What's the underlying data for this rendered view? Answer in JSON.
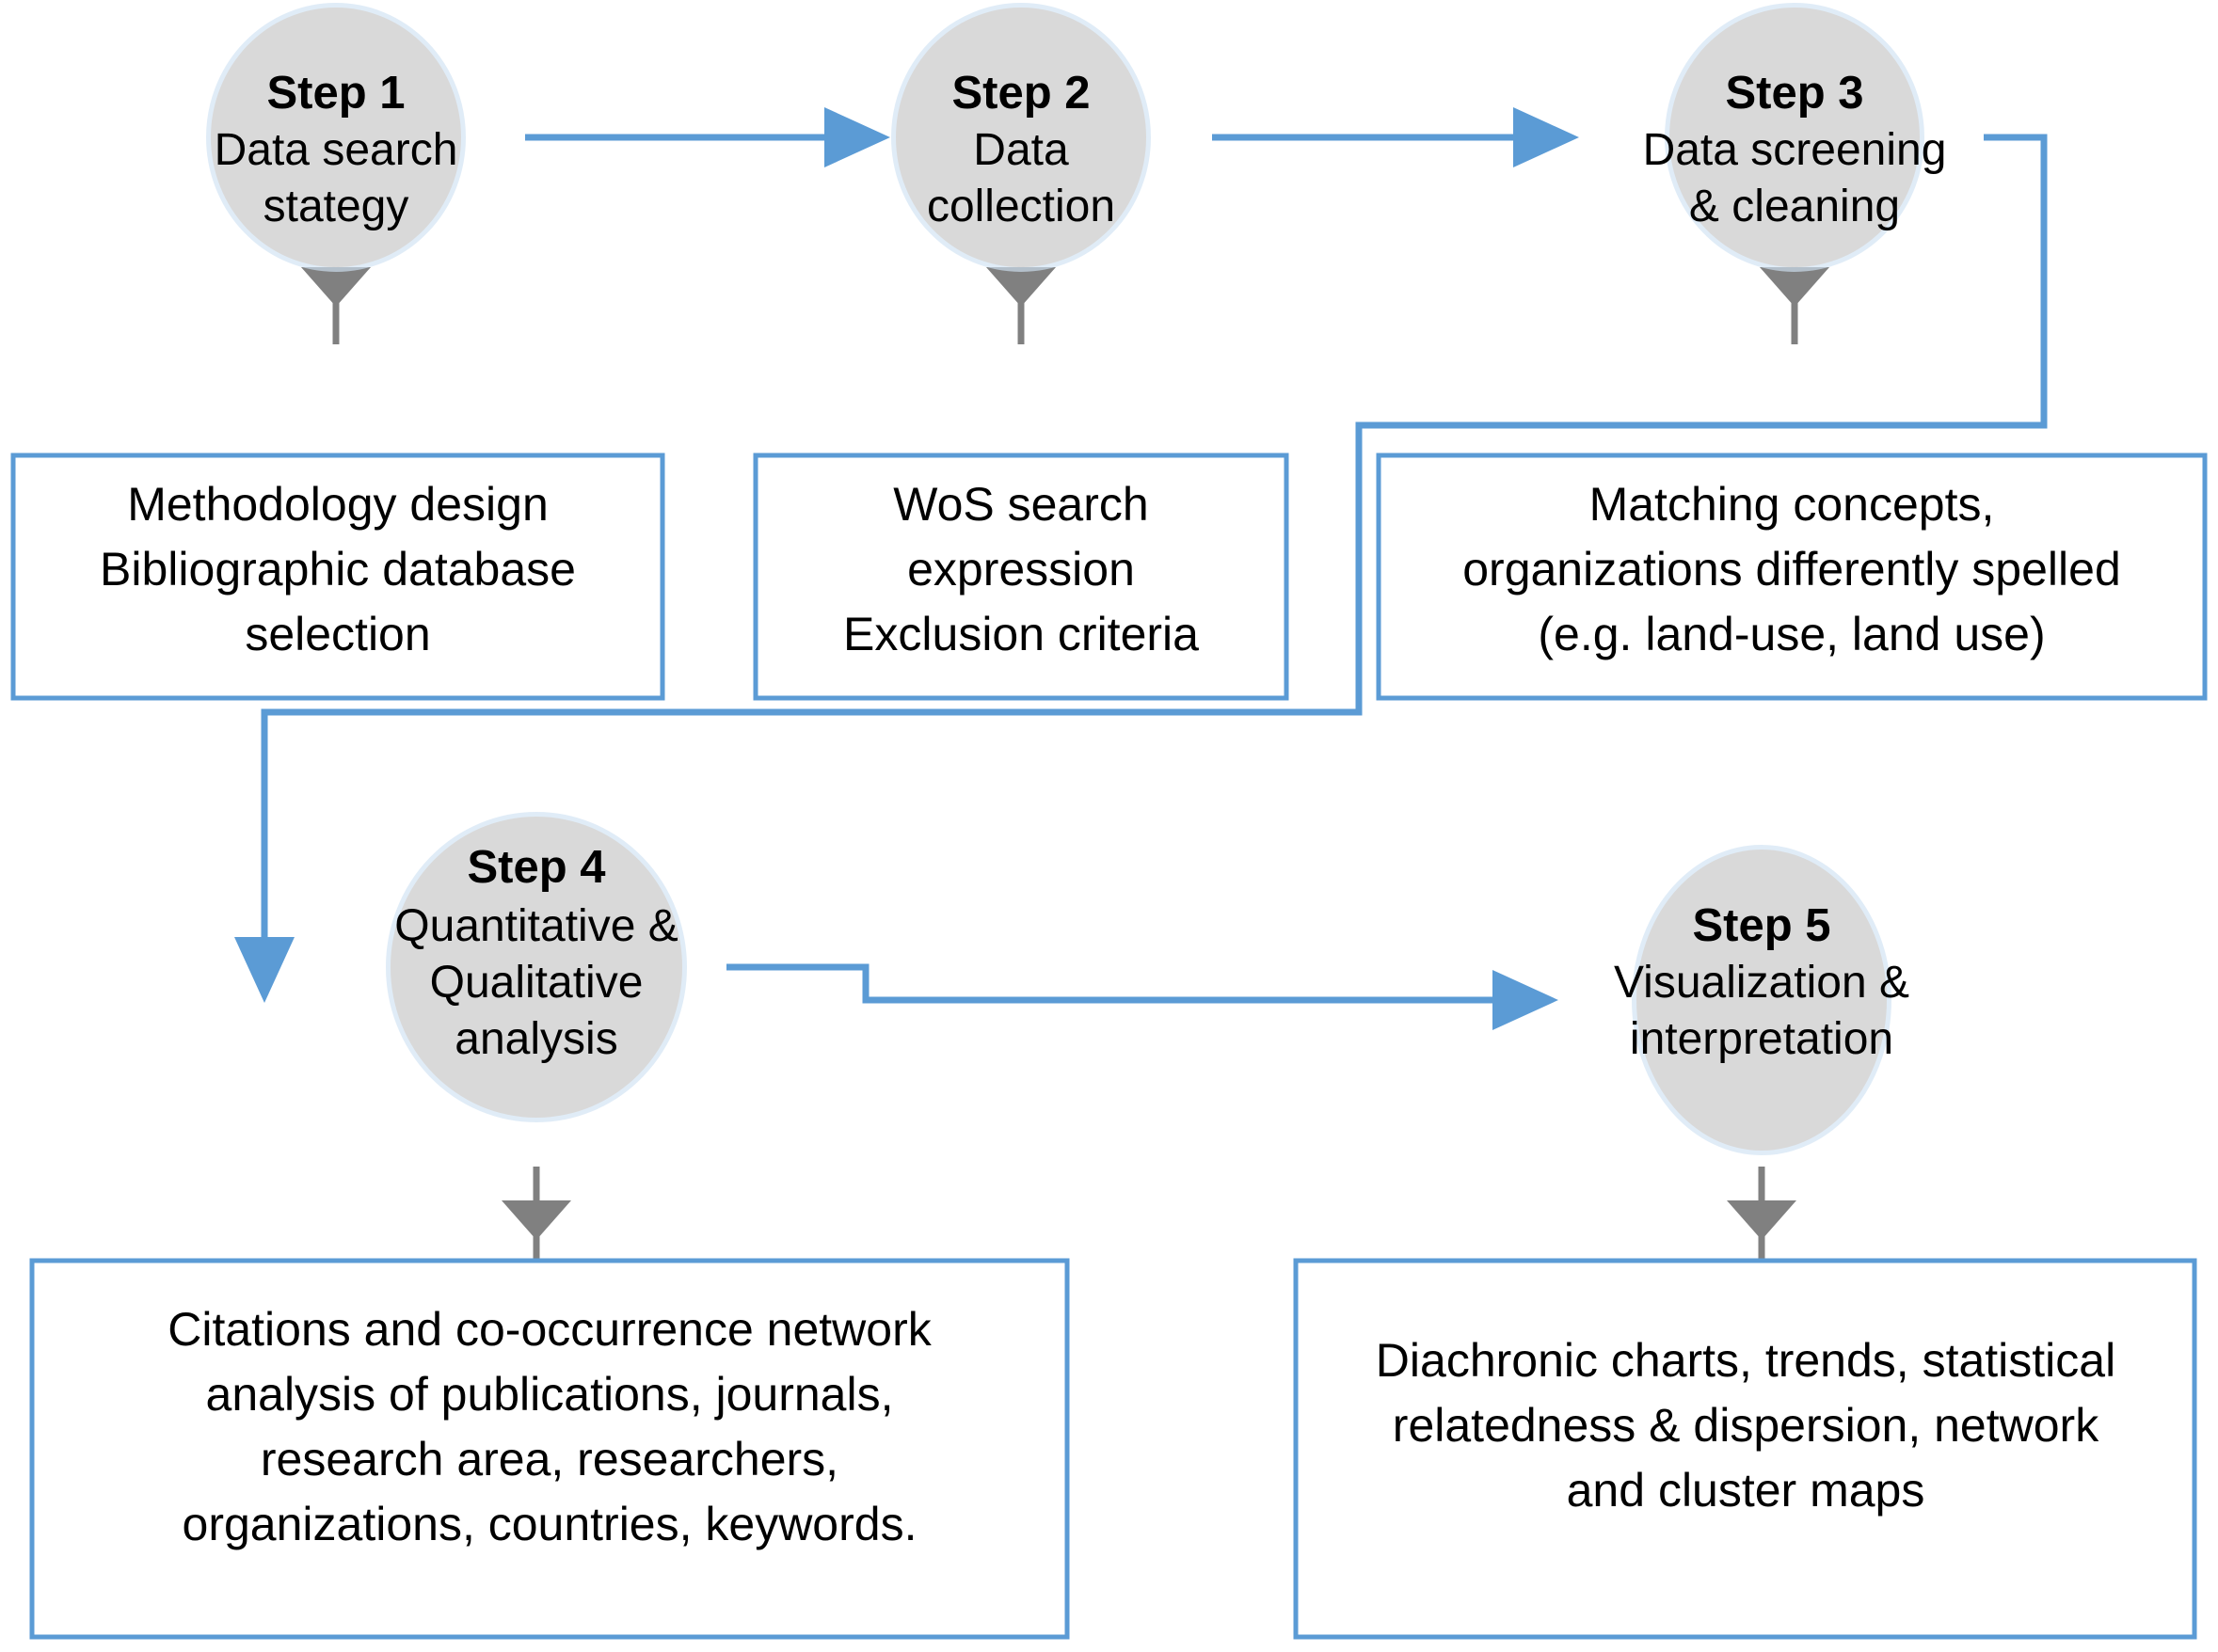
{
  "diagram": {
    "title": "Bibliometric research methodology flowchart",
    "colors": {
      "connector_blue": "#5B9BD5",
      "node_fill": "#D9D9D9",
      "arrow_gray": "#808080",
      "box_border": "#5B9BD5",
      "box_fill": "#FFFFFF",
      "background": "#FFFFFF",
      "text": "#000000"
    },
    "nodes": [
      {
        "id": "step1",
        "title": "Step 1",
        "lines": [
          "Data search",
          "stategy"
        ]
      },
      {
        "id": "step2",
        "title": "Step 2",
        "lines": [
          "Data",
          "collection"
        ]
      },
      {
        "id": "step3",
        "title": "Step 3",
        "lines": [
          "Data screening",
          "& cleaning"
        ]
      },
      {
        "id": "step4",
        "title": "Step 4",
        "lines": [
          "Quantitative &",
          "Qualitative",
          "analysis"
        ]
      },
      {
        "id": "step5",
        "title": "Step 5",
        "lines": [
          "Visualization &",
          "interpretation"
        ]
      }
    ],
    "boxes": [
      {
        "id": "box1",
        "for_step": "Step 1",
        "lines": [
          "Methodology design",
          "Bibliographic database",
          "selection"
        ]
      },
      {
        "id": "box2",
        "for_step": "Step 2",
        "lines": [
          "WoS search",
          "expression",
          "Exclusion criteria"
        ]
      },
      {
        "id": "box3",
        "for_step": "Step 3",
        "lines": [
          "Matching concepts,",
          "organizations differently spelled",
          "(e.g. land-use, land use)"
        ]
      },
      {
        "id": "box4",
        "for_step": "Step 4",
        "lines": [
          "Citations and co-occurrence network",
          "analysis of publications, journals,",
          "research area, researchers,",
          "organizations, countries, keywords."
        ]
      },
      {
        "id": "box5",
        "for_step": "Step 5",
        "lines": [
          "Diachronic charts, trends, statistical",
          "relatedness & dispersion, network",
          "and cluster maps"
        ]
      }
    ],
    "connectors": [
      {
        "id": "c1",
        "from": "Step 1",
        "to": "Step 2",
        "kind": "horizontal-arrow",
        "color": "#5B9BD5"
      },
      {
        "id": "c2",
        "from": "Step 2",
        "to": "Step 3",
        "kind": "horizontal-arrow",
        "color": "#5B9BD5"
      },
      {
        "id": "c3",
        "from": "Step 3",
        "to": "Step 4",
        "kind": "elbow-loopback-arrow",
        "color": "#5B9BD5"
      },
      {
        "id": "c4",
        "from": "Step 4",
        "to": "Step 5",
        "kind": "stepped-horizontal-arrow",
        "color": "#5B9BD5"
      },
      {
        "id": "c5",
        "from": "Step 1",
        "to": "box1",
        "kind": "down-arrow",
        "color": "#808080"
      },
      {
        "id": "c6",
        "from": "Step 2",
        "to": "box2",
        "kind": "down-arrow",
        "color": "#808080"
      },
      {
        "id": "c7",
        "from": "Step 3",
        "to": "box3",
        "kind": "down-arrow",
        "color": "#808080"
      },
      {
        "id": "c8",
        "from": "Step 4",
        "to": "box4",
        "kind": "down-arrow",
        "color": "#808080"
      },
      {
        "id": "c9",
        "from": "Step 5",
        "to": "box5",
        "kind": "down-arrow",
        "color": "#808080"
      }
    ]
  }
}
